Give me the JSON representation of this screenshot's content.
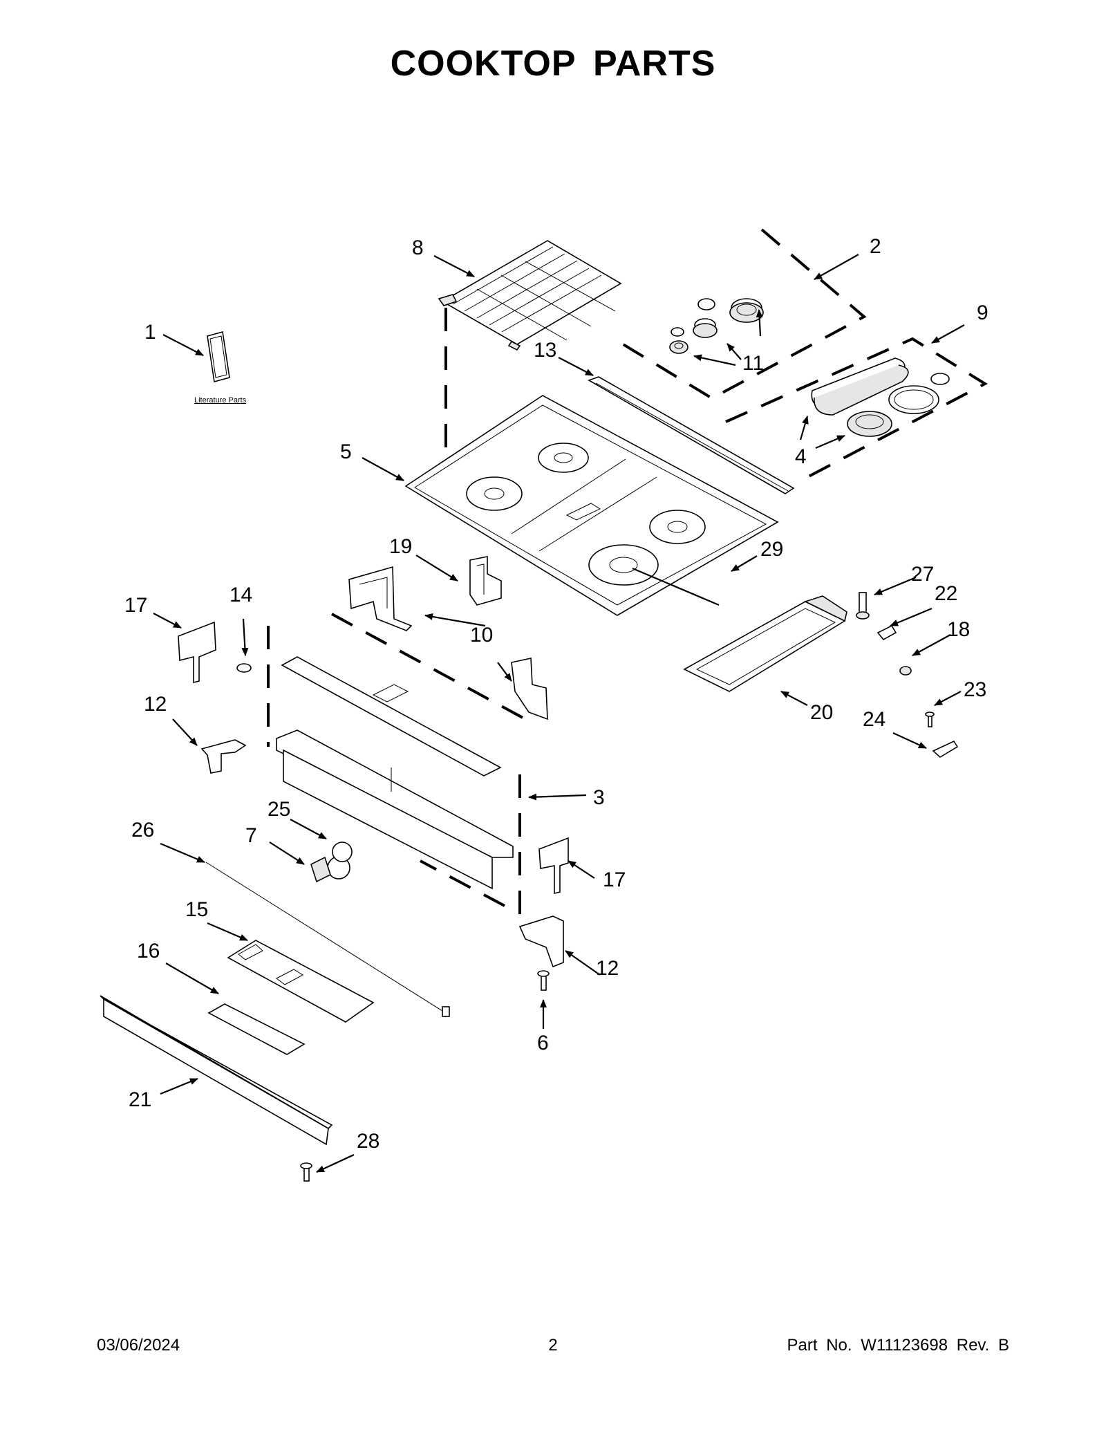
{
  "title": "COOKTOP PARTS",
  "literature_label": "Literature Parts",
  "callouts": [
    "1",
    "2",
    "3",
    "4",
    "5",
    "6",
    "7",
    "8",
    "9",
    "10",
    "11",
    "12",
    "12",
    "13",
    "14",
    "15",
    "16",
    "17",
    "17",
    "18",
    "19",
    "20",
    "21",
    "22",
    "23",
    "24",
    "25",
    "26",
    "27",
    "28",
    "29"
  ],
  "footer": {
    "date": "03/06/2024",
    "page": "2",
    "part_no": "Part No.  W11123698  Rev.  B"
  }
}
